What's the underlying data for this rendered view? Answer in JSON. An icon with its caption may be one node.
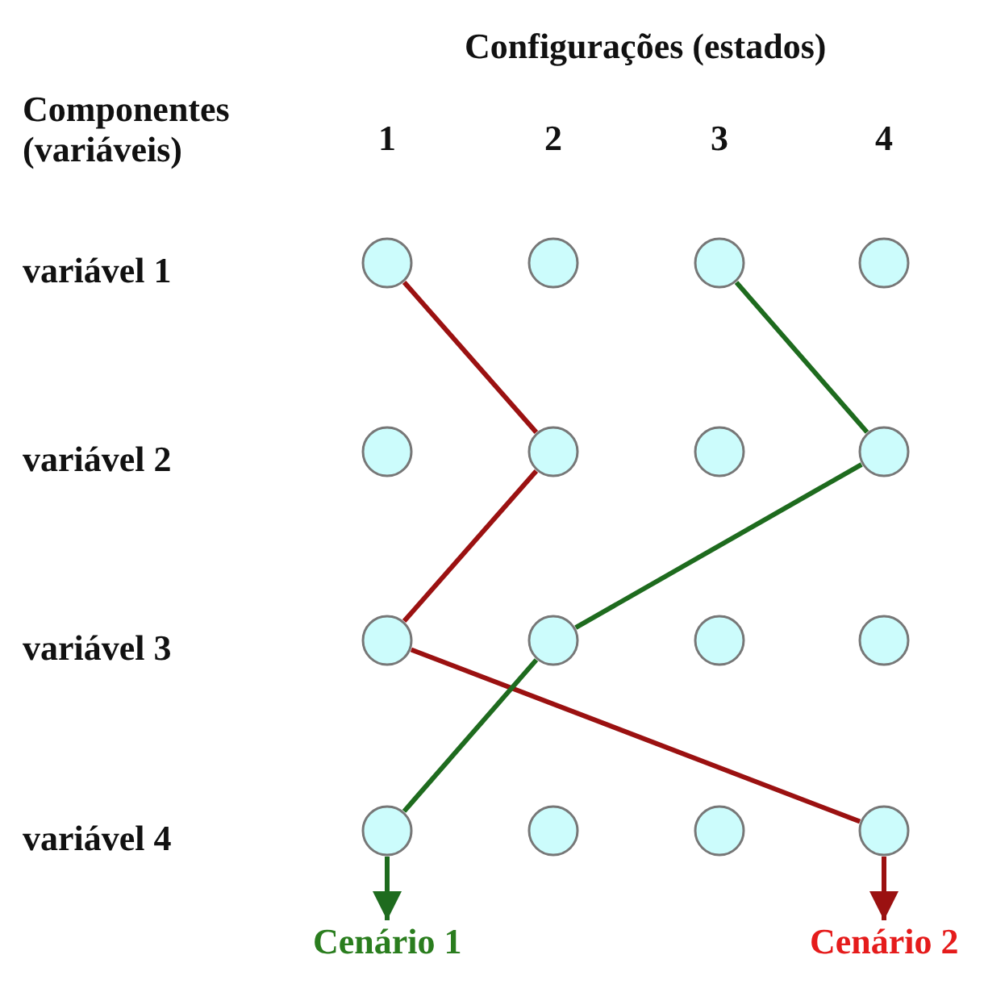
{
  "diagram": {
    "nodes": [
      {
        "text": [],
        "shape": "circle"
      },
      {
        "text": [],
        "shape": "circle"
      },
      {
        "text": [],
        "shape": "circle"
      },
      {
        "text": [],
        "shape": "circle"
      },
      {
        "text": [],
        "shape": "circle"
      },
      {
        "text": [],
        "shape": "circle"
      },
      {
        "text": [],
        "shape": "circle"
      },
      {
        "text": [],
        "shape": "circle"
      },
      {
        "text": [],
        "shape": "circle"
      },
      {
        "text": [],
        "shape": "circle"
      },
      {
        "text": [],
        "shape": "circle"
      },
      {
        "text": [],
        "shape": "circle"
      },
      {
        "text": [],
        "shape": "circle"
      },
      {
        "text": [],
        "shape": "circle"
      },
      {
        "text": [],
        "shape": "circle"
      },
      {
        "text": [],
        "shape": "circle"
      },
      {
        "text": [
          "Cenário 1"
        ]
      },
      {
        "text": [
          "Cenário 2"
        ]
      }
    ],
    "edges": [
      {
        "from": 0,
        "to": 5,
        "arrow": "none",
        "color": "#9b1111"
      },
      {
        "from": 5,
        "to": 8,
        "arrow": "none",
        "color": "#9b1111"
      },
      {
        "from": 8,
        "to": 15,
        "arrow": "none",
        "color": "#9b1111"
      },
      {
        "from": 15,
        "to": 17,
        "arrow": "to",
        "color": "#9b1111"
      },
      {
        "from": 2,
        "to": 7,
        "arrow": "none",
        "color": "#1e6b1e"
      },
      {
        "from": 7,
        "to": 9,
        "arrow": "none",
        "color": "#1e6b1e"
      },
      {
        "from": 9,
        "to": 12,
        "arrow": "none",
        "color": "#1e6b1e"
      },
      {
        "from": 12,
        "to": 16,
        "arrow": "to",
        "color": "#1e6b1e"
      }
    ],
    "labels": [
      "Configurações (estados)",
      "Componentes (variáveis)",
      "1",
      "2",
      "3",
      "4",
      "variável 1",
      "variável 2",
      "variável 3",
      "variável 4"
    ]
  }
}
